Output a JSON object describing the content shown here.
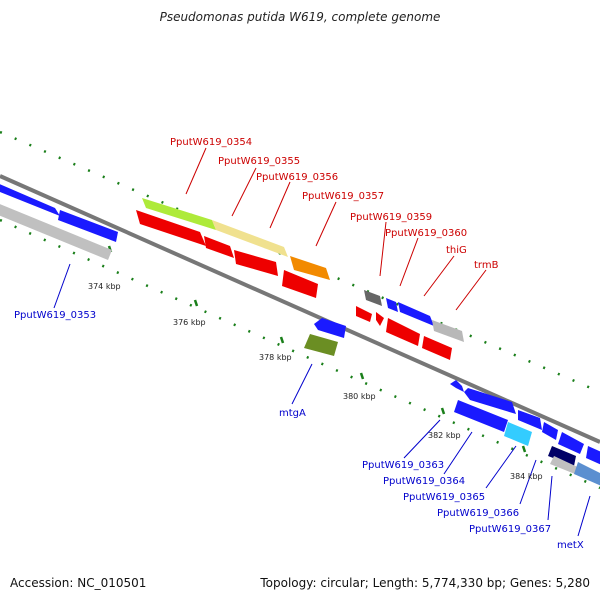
{
  "title": "Pseudomonas putida W619, complete genome",
  "footer": {
    "accession": "Accession: NC_010501",
    "topology": "Topology: circular; Length: 5,774,330 bp; Genes: 5,280"
  },
  "colors": {
    "forward_label": "#cc0000",
    "reverse_label": "#0000cc",
    "tick": "#1a7f1a",
    "backbone": "#888888"
  },
  "ticks": [
    "374 kbp",
    "376 kbp",
    "378 kbp",
    "380 kbp",
    "382 kbp",
    "384 kbp"
  ],
  "gene_labels": {
    "g0354": "PputW619_0354",
    "g0355": "PputW619_0355",
    "g0356": "PputW619_0356",
    "g0357": "PputW619_0357",
    "g0359": "PputW619_0359",
    "g0360": "PputW619_0360",
    "thiG": "thiG",
    "trmB": "trmB",
    "g0353": "PputW619_0353",
    "mtgA": "mtgA",
    "g0363": "PputW619_0363",
    "g0364": "PputW619_0364",
    "g0365": "PputW619_0365",
    "g0366": "PputW619_0366",
    "g0367": "PputW619_0367",
    "metX": "metX"
  }
}
